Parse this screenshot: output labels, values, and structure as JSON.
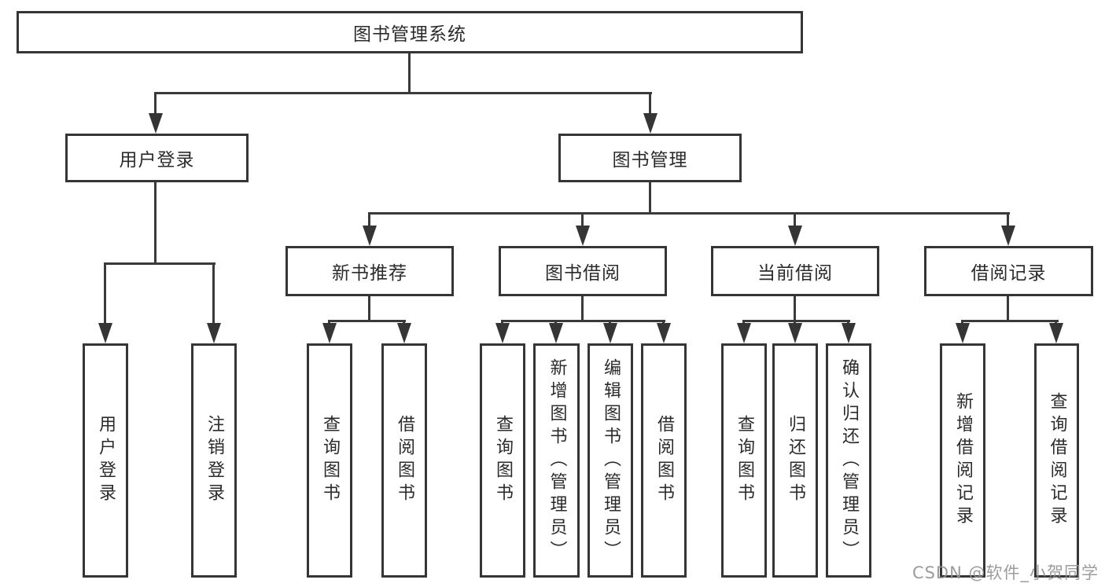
{
  "diagram": {
    "root": {
      "label": "图书管理系统"
    },
    "level2": [
      {
        "label": "用户登录"
      },
      {
        "label": "图书管理"
      }
    ],
    "level3": [
      {
        "label": "新书推荐"
      },
      {
        "label": "图书借阅"
      },
      {
        "label": "当前借阅"
      },
      {
        "label": "借阅记录"
      }
    ],
    "leaves": [
      {
        "label": "用户登录"
      },
      {
        "label": "注销登录"
      },
      {
        "label": "查询图书"
      },
      {
        "label": "借阅图书"
      },
      {
        "label": "查询图书"
      },
      {
        "label": "新增图书（管理员）"
      },
      {
        "label": "编辑图书（管理员）"
      },
      {
        "label": "借阅图书"
      },
      {
        "label": "查询图书"
      },
      {
        "label": "归还图书"
      },
      {
        "label": "确认归还（管理员）"
      },
      {
        "label": "新增借阅记录"
      },
      {
        "label": "查询借阅记录"
      }
    ],
    "watermark": "CSDN @软件_小贺同学",
    "colors": {
      "line": "#3a3a3a",
      "border": "#353535",
      "text": "#2b2b2b",
      "watermark": "#949494",
      "background": "#ffffff"
    }
  }
}
